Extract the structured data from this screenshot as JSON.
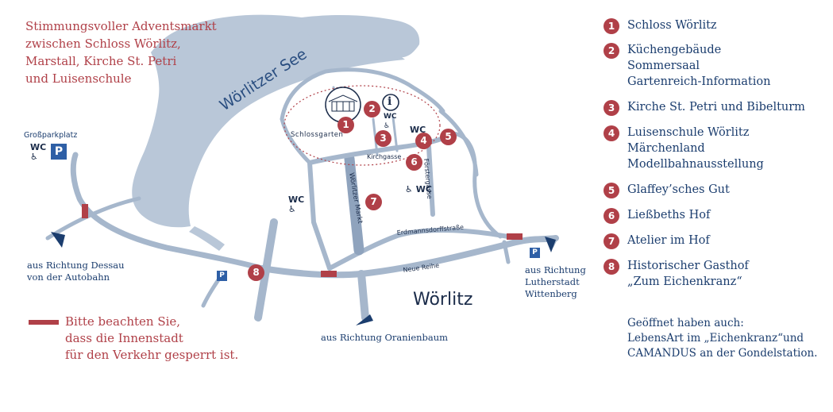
{
  "intro": {
    "lines": [
      "Stimmungsvoller Adventsmarkt",
      "zwischen Schloss Wörlitz,",
      "Marstall, Kirche St. Petri",
      "und Luisenschule"
    ]
  },
  "notice": {
    "lines": [
      "Bitte beachten Sie,",
      "dass die Innenstadt",
      "für den Verkehr gesperrt ist."
    ],
    "color": "#b04048"
  },
  "legend": [
    {
      "num": "1",
      "lines": [
        "Schloss Wörlitz"
      ]
    },
    {
      "num": "2",
      "lines": [
        "Küchengebäude",
        "Sommersaal",
        "Gartenreich-Information"
      ]
    },
    {
      "num": "3",
      "lines": [
        "Kirche St. Petri und Bibelturm"
      ]
    },
    {
      "num": "4",
      "lines": [
        "Luisenschule Wörlitz",
        "Märchenland",
        "Modellbahnausstellung"
      ]
    },
    {
      "num": "5",
      "lines": [
        "Glaffey’sches Gut"
      ]
    },
    {
      "num": "6",
      "lines": [
        "Ließbeths Hof"
      ]
    },
    {
      "num": "7",
      "lines": [
        "Atelier im Hof"
      ]
    },
    {
      "num": "8",
      "lines": [
        "Historischer Gasthof",
        "„Zum Eichenkranz“"
      ]
    }
  ],
  "also_open": {
    "lines": [
      "Geöffnet haben auch:",
      "LebensArt im „Eichenkranz“und",
      "CAMANDUS an der Gondelstation."
    ]
  },
  "map": {
    "lake_label": "Wörlitzer See",
    "town_label": "Wörlitz",
    "schlossgarten": "Schlossgarten",
    "streets": {
      "kirchgasse": "Kirchgasse",
      "foersterg": "Förstergasse",
      "markt": "Wörlitzer Markt",
      "erdmanns": "Erdmannsdorffstraße",
      "neue_reihe": "Neue Reihe"
    },
    "grossparkplatz": "Großparkplatz",
    "wc": "WC",
    "parking": "P",
    "info": "i",
    "directions": {
      "dessau": [
        "aus Richtung Dessau",
        "von der Autobahn"
      ],
      "oranienbaum": "aus Richtung Oranienbaum",
      "wittenberg": [
        "aus Richtung",
        "Lutherstadt",
        "Wittenberg"
      ]
    },
    "markers": [
      "1",
      "2",
      "3",
      "4",
      "5",
      "6",
      "7",
      "8"
    ]
  },
  "colors": {
    "accent_red": "#b04048",
    "text_blue": "#1b3d6e",
    "water": "#b9c7d8",
    "road": "#a6b7cc",
    "parking_blue": "#2e5fa6"
  }
}
